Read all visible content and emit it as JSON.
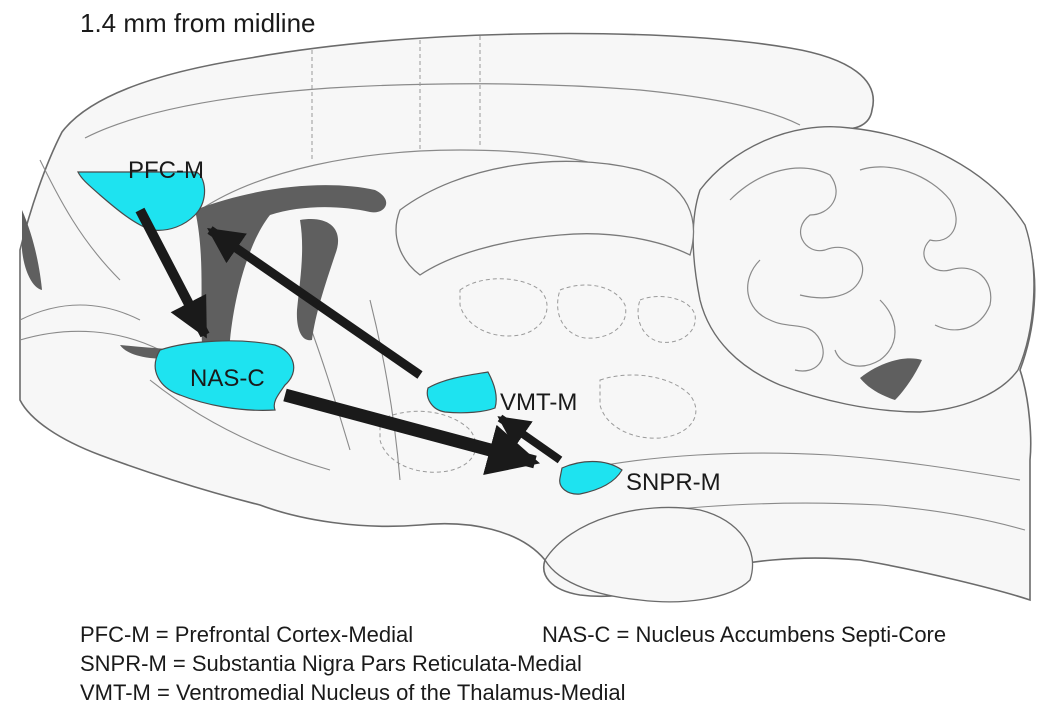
{
  "title": "1.4 mm from midline",
  "colors": {
    "region_fill": "#1ee3f0",
    "outline": "#6b6b6b",
    "ventricle": "#5f5f5f",
    "arrow": "#1a1a1a",
    "tissue": "#f7f7f7"
  },
  "regions": {
    "pfc": "PFC-M",
    "nas": "NAS-C",
    "vmt": "VMT-M",
    "snpr": "SNPR-M"
  },
  "legend": {
    "pfc": "PFC-M = Prefrontal Cortex-Medial",
    "nas": "NAS-C = Nucleus Accumbens Septi-Core",
    "snpr": "SNPR-M = Substantia Nigra Pars Reticulata-Medial",
    "vmt": "VMT-M = Ventromedial Nucleus of the Thalamus-Medial"
  },
  "connections": [
    {
      "from": "PFC-M",
      "to": "NAS-C"
    },
    {
      "from": "VMT-M",
      "to": "PFC-M"
    },
    {
      "from": "NAS-C",
      "to": "SNPR-M"
    },
    {
      "from": "SNPR-M",
      "to": "VMT-M"
    }
  ]
}
